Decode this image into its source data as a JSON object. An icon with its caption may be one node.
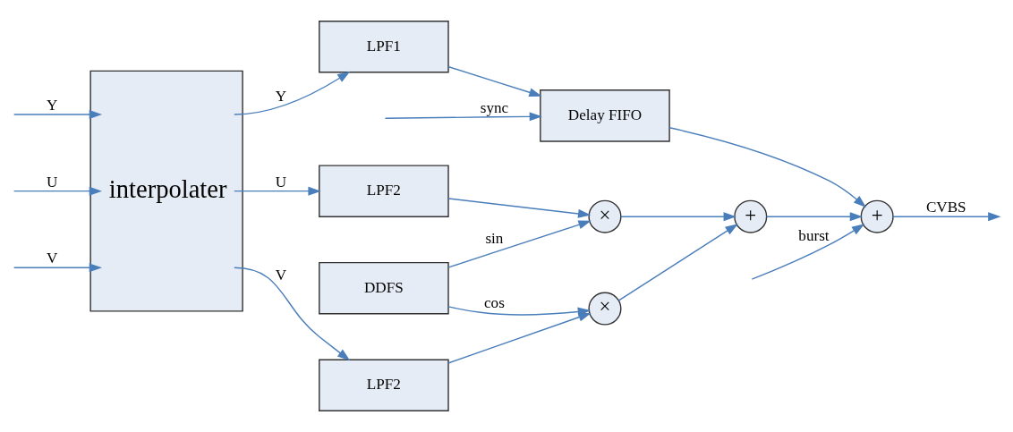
{
  "diagram": {
    "nodes": [
      {
        "text": [
          "interpolater"
        ]
      },
      {
        "text": [
          "LPF1"
        ]
      },
      {
        "text": [
          "LPF2"
        ]
      },
      {
        "text": [
          "LPF2"
        ]
      },
      {
        "text": [
          "Delay FIFO"
        ]
      },
      {
        "text": [
          "×"
        ]
      },
      {
        "text": [
          "×"
        ]
      },
      {
        "text": [
          "+"
        ]
      },
      {
        "text": [
          "+"
        ]
      },
      {
        "text": [
          "DDFS"
        ]
      }
    ],
    "edges": [
      {
        "from": null,
        "to": 0,
        "arrow": "to",
        "label": "Y"
      },
      {
        "from": null,
        "to": 0,
        "arrow": "to",
        "label": "U"
      },
      {
        "from": null,
        "to": 0,
        "arrow": "to",
        "label": "V"
      },
      {
        "from": 0,
        "to": 1,
        "arrow": "to",
        "label": "Y"
      },
      {
        "from": 0,
        "to": 2,
        "arrow": "to",
        "label": "U"
      },
      {
        "from": 0,
        "to": 3,
        "arrow": "to",
        "label": "V"
      },
      {
        "from": 1,
        "to": 4,
        "arrow": "to"
      },
      {
        "from": null,
        "to": 4,
        "arrow": "to",
        "label": "sync"
      },
      {
        "from": 2,
        "to": 5,
        "arrow": "to"
      },
      {
        "from": 3,
        "to": 6,
        "arrow": "to"
      },
      {
        "from": 9,
        "to": 5,
        "arrow": "to",
        "label": "sin"
      },
      {
        "from": 9,
        "to": 6,
        "arrow": "to",
        "label": "cos"
      },
      {
        "from": 5,
        "to": 7,
        "arrow": "to"
      },
      {
        "from": 6,
        "to": 7,
        "arrow": "to"
      },
      {
        "from": 4,
        "to": 8,
        "arrow": "to"
      },
      {
        "from": 7,
        "to": 8,
        "arrow": "to"
      },
      {
        "from": null,
        "to": 8,
        "arrow": "to",
        "label": "burst"
      },
      {
        "from": 8,
        "to": null,
        "arrow": "to",
        "label": "CVBS"
      }
    ]
  }
}
